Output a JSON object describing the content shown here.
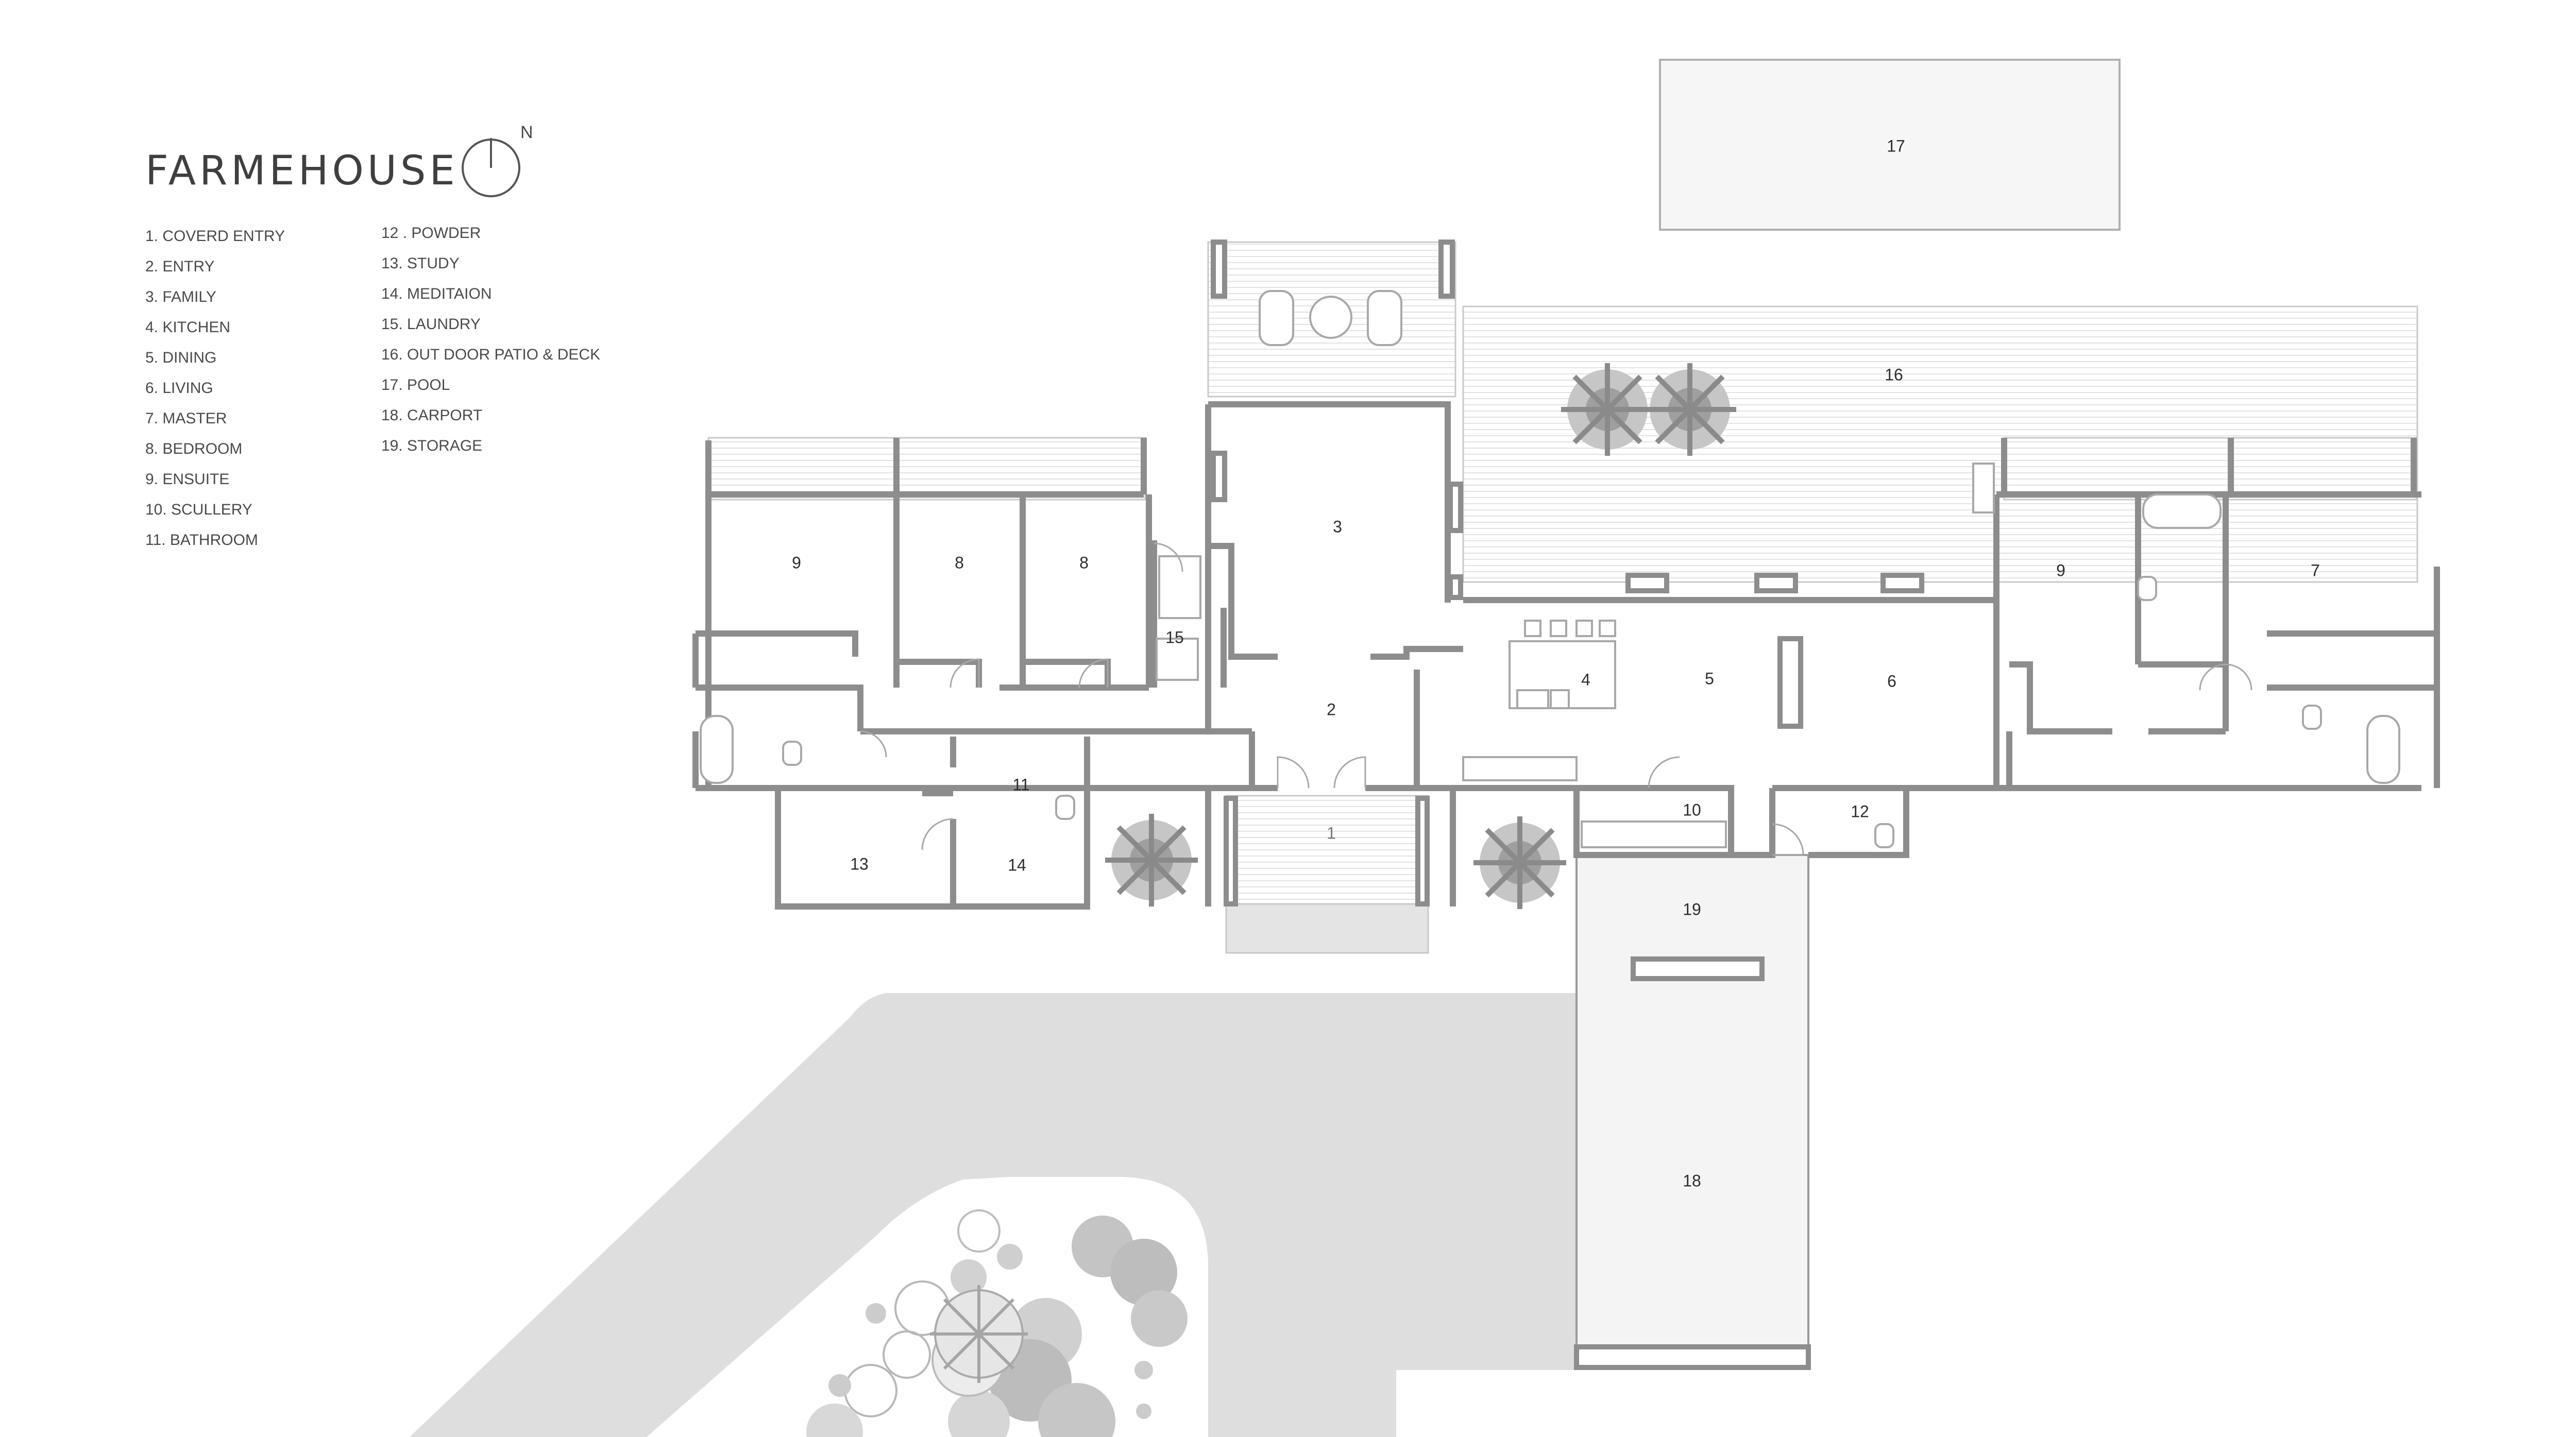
{
  "header": {
    "title": "FARMEHOUSE",
    "north_label": "N"
  },
  "legend": {
    "column_1": [
      "1. COVERD ENTRY",
      "2. ENTRY",
      "3. FAMILY",
      "4. KITCHEN",
      "5. DINING",
      "6. LIVING",
      "7. MASTER",
      "8. BEDROOM",
      "9. ENSUITE",
      "10. SCULLERY",
      "11. BATHROOM"
    ],
    "column_2": [
      "12 . POWDER",
      "13. STUDY",
      "14. MEDITAION",
      "15. LAUNDRY",
      "16. OUT DOOR PATIO & DECK",
      "17. POOL",
      "18. CARPORT",
      "19. STORAGE"
    ]
  },
  "rooms": {
    "r1": "1",
    "r2": "2",
    "r3": "3",
    "r4": "4",
    "r5": "5",
    "r6": "6",
    "r7": "7",
    "r8a": "8",
    "r8b": "8",
    "r9a": "9",
    "r9b": "9",
    "r10": "10",
    "r11": "11",
    "r12": "12",
    "r13": "13",
    "r14": "14",
    "r15": "15",
    "r16": "16",
    "r17": "17",
    "r18": "18",
    "r19": "19"
  },
  "colors": {
    "wall": "#8d8d8d",
    "road": "#dedede",
    "text": "#3f3f3f",
    "foliage": "#b3b3b3"
  }
}
